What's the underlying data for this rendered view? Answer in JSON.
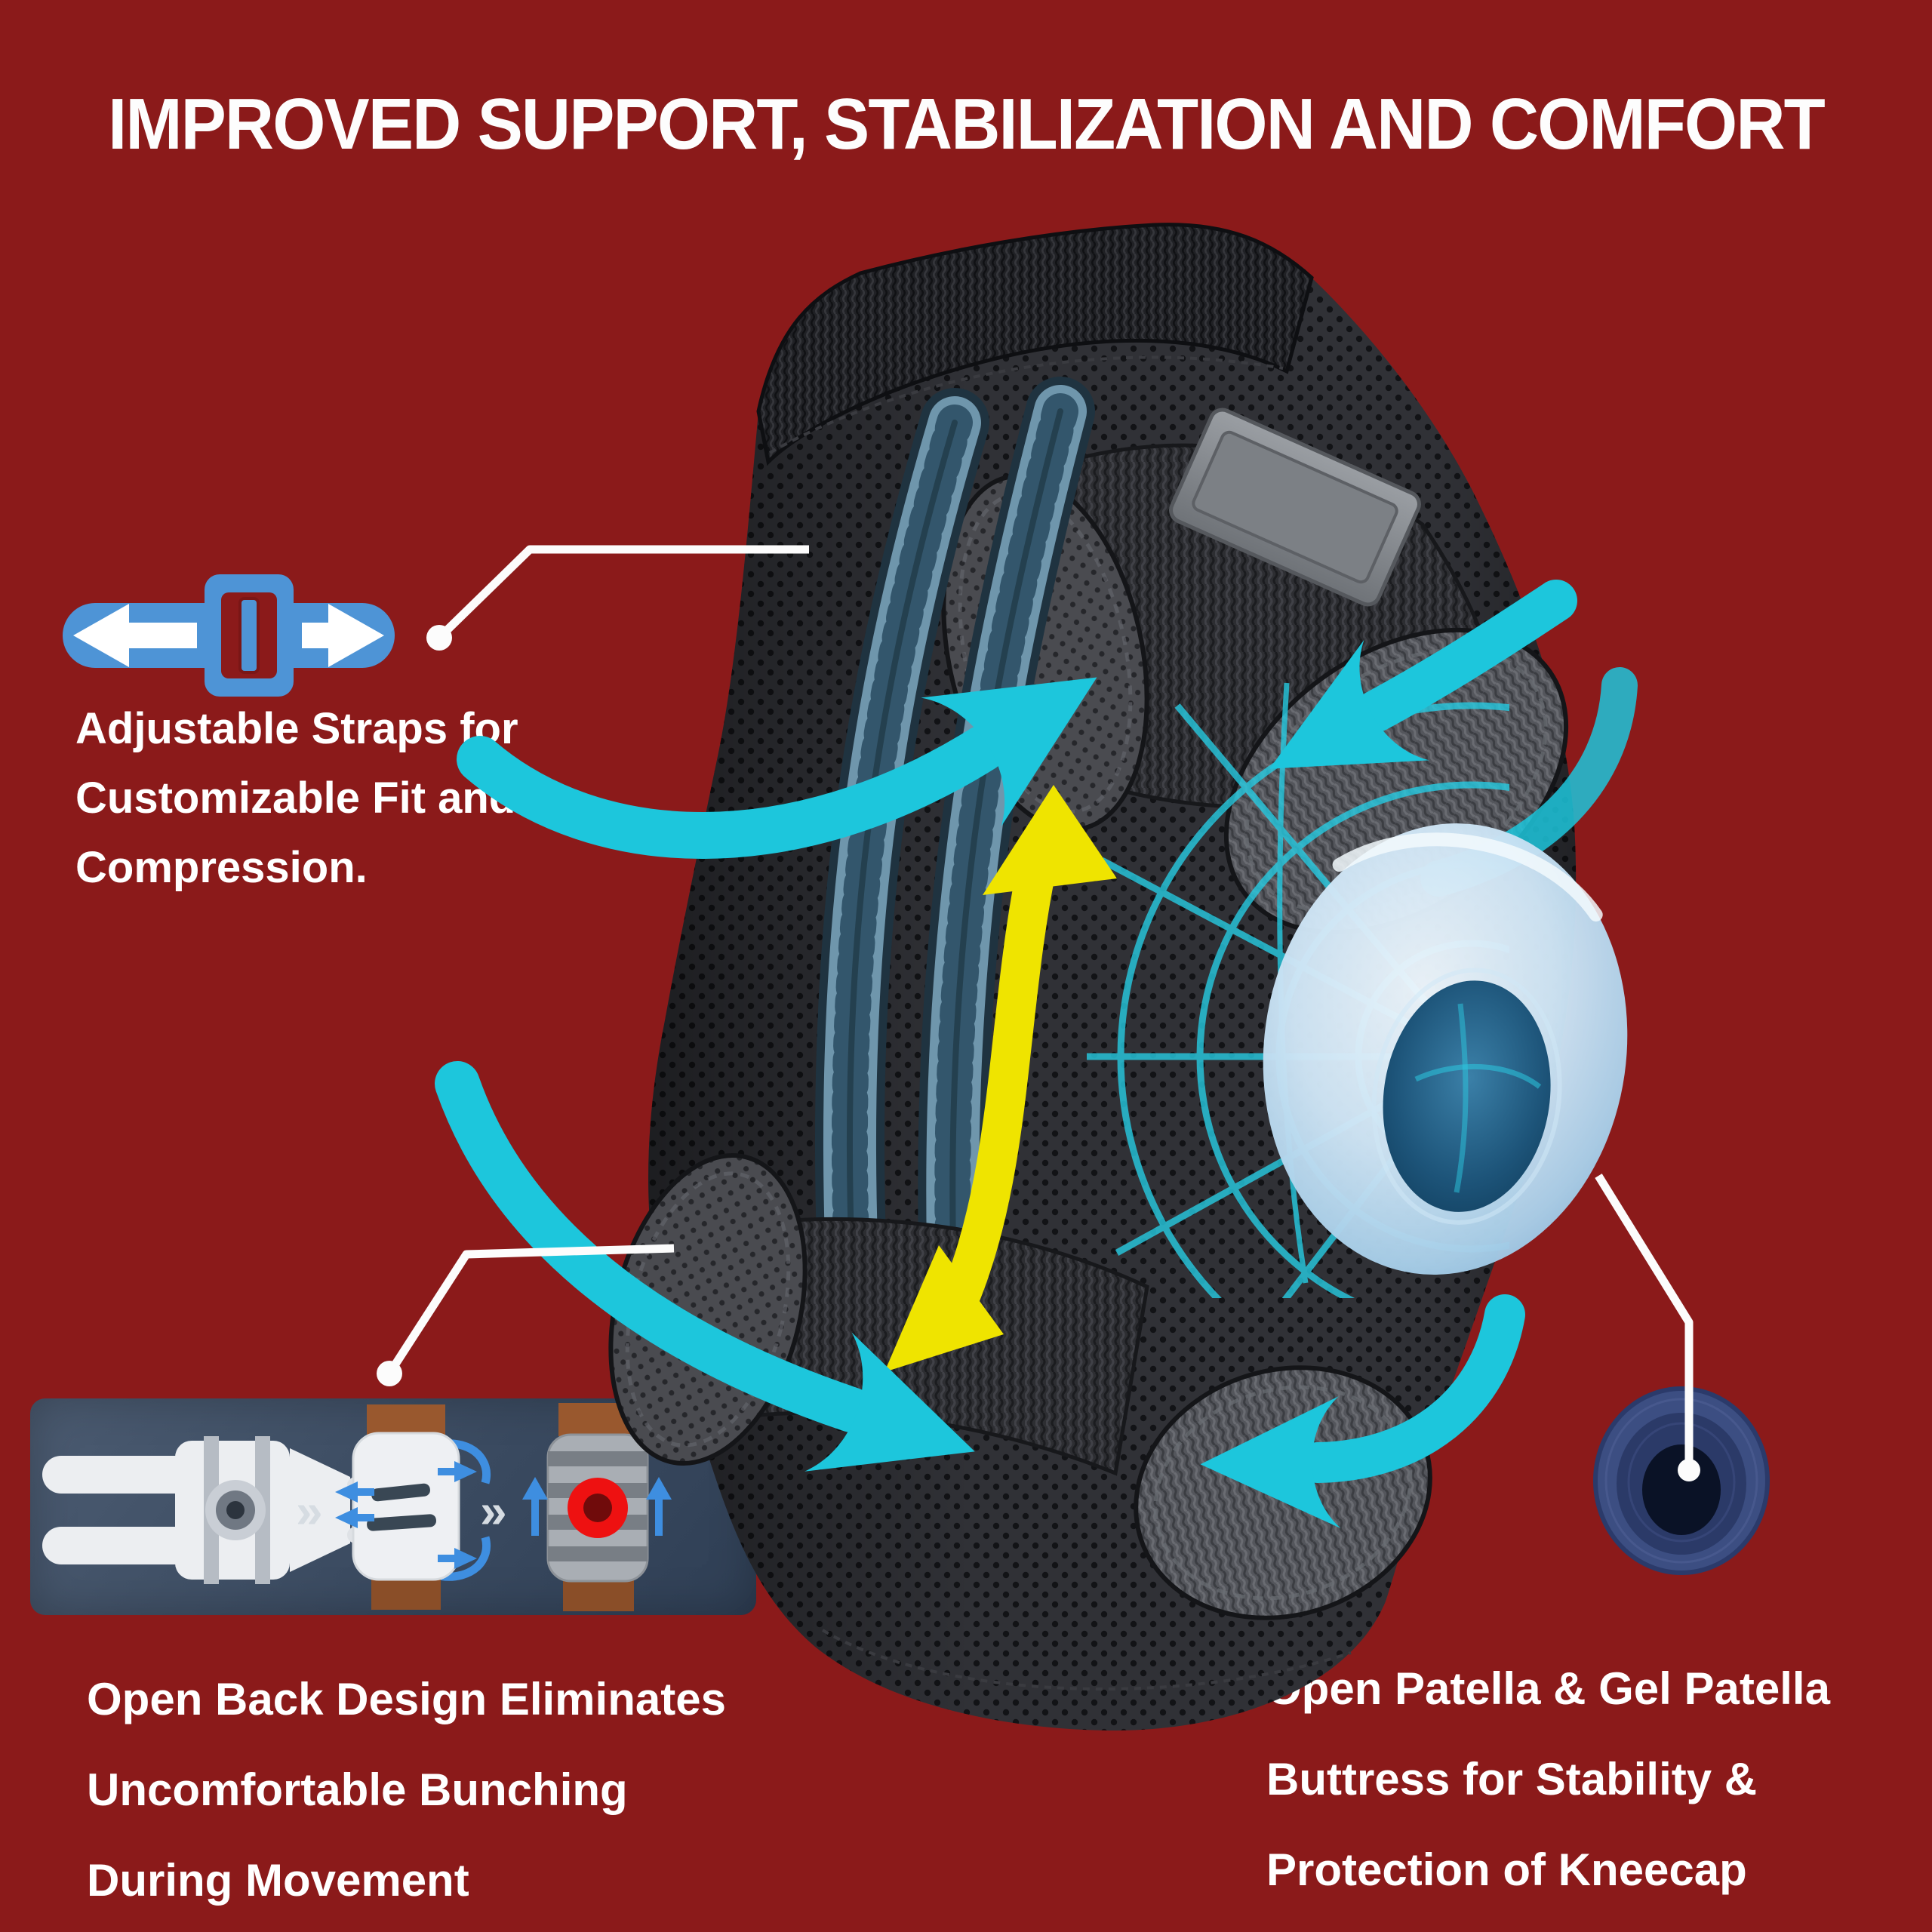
{
  "title": "IMPROVED SUPPORT, STABILIZATION AND COMFORT",
  "callouts": {
    "straps": {
      "lines": [
        "Adjustable Straps for",
        "Customizable Fit and",
        "Compression."
      ]
    },
    "open_back": {
      "lines": [
        "Open Back Design Eliminates",
        "Uncomfortable Bunching",
        "During Movement"
      ]
    },
    "patella": {
      "lines": [
        "Open Patella & Gel Patella",
        "Buttress for Stability &",
        "Protection of Kneecap"
      ]
    }
  },
  "panel": {
    "separator": "»"
  },
  "icons": {
    "strap_adjust": "belt-buckle-with-left-right-arrows",
    "hinge": "open-back-hinge-mechanism",
    "sleeve_twist": "sleeve-bunching-arrows",
    "kneecap_target": "brace-with-red-target-on-kneecap",
    "gel_ring": "gel-patella-buttress-ring",
    "gel_pad": "gel-pad-top-view"
  },
  "colors": {
    "background": "#8b1a1a",
    "text": "#ffffff",
    "accent_cyan": "#1dc6dc",
    "accent_yellow": "#efe400",
    "icon_blue": "#4e94d6",
    "panel_bg": "#3d4d63"
  }
}
